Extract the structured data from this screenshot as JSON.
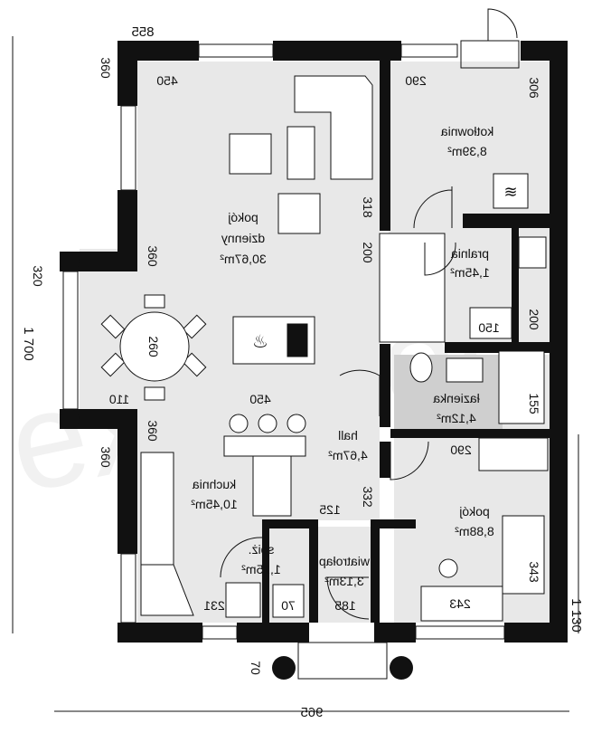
{
  "rooms": {
    "living": {
      "name": "pokój",
      "name2": "dzienny",
      "area": "30,67m²"
    },
    "boiler": {
      "name": "kotłownia",
      "area": "8,39m²"
    },
    "laundry": {
      "name": "pralnia",
      "area": "1,45m²"
    },
    "bathroom": {
      "name": "łazienka",
      "area": "4,12m²"
    },
    "hall": {
      "name": "hall",
      "area": "4,67m²"
    },
    "kitchen": {
      "name": "kuchnia",
      "area": "10,45m²"
    },
    "room": {
      "name": "pokój",
      "area": "8,88m²"
    },
    "pantry": {
      "name": "spiż.",
      "area": "1,15m²"
    },
    "vestibule": {
      "name": "wiatrołap",
      "area": "3,13m²"
    }
  },
  "dimensions": {
    "top_width": "855",
    "total_width": "965",
    "total_height": "1 700",
    "height_right": "1 130",
    "bay_width": "320",
    "d_450_top": "450",
    "d_290_top": "290",
    "d_306": "306",
    "d_360_a": "360",
    "d_360_b": "360",
    "d_360_c": "360",
    "d_360_d": "360",
    "d_318": "318",
    "d_200_a": "200",
    "d_200_b": "200",
    "d_150": "150",
    "d_155": "155",
    "d_450_mid": "450",
    "d_110": "110",
    "d_290_mid": "290",
    "d_332": "332",
    "d_125": "125",
    "d_343": "343",
    "d_243": "243",
    "d_231": "231",
    "d_70_a": "70",
    "d_70_b": "70",
    "d_185": "185",
    "table": "260"
  },
  "watermark": "extradom"
}
